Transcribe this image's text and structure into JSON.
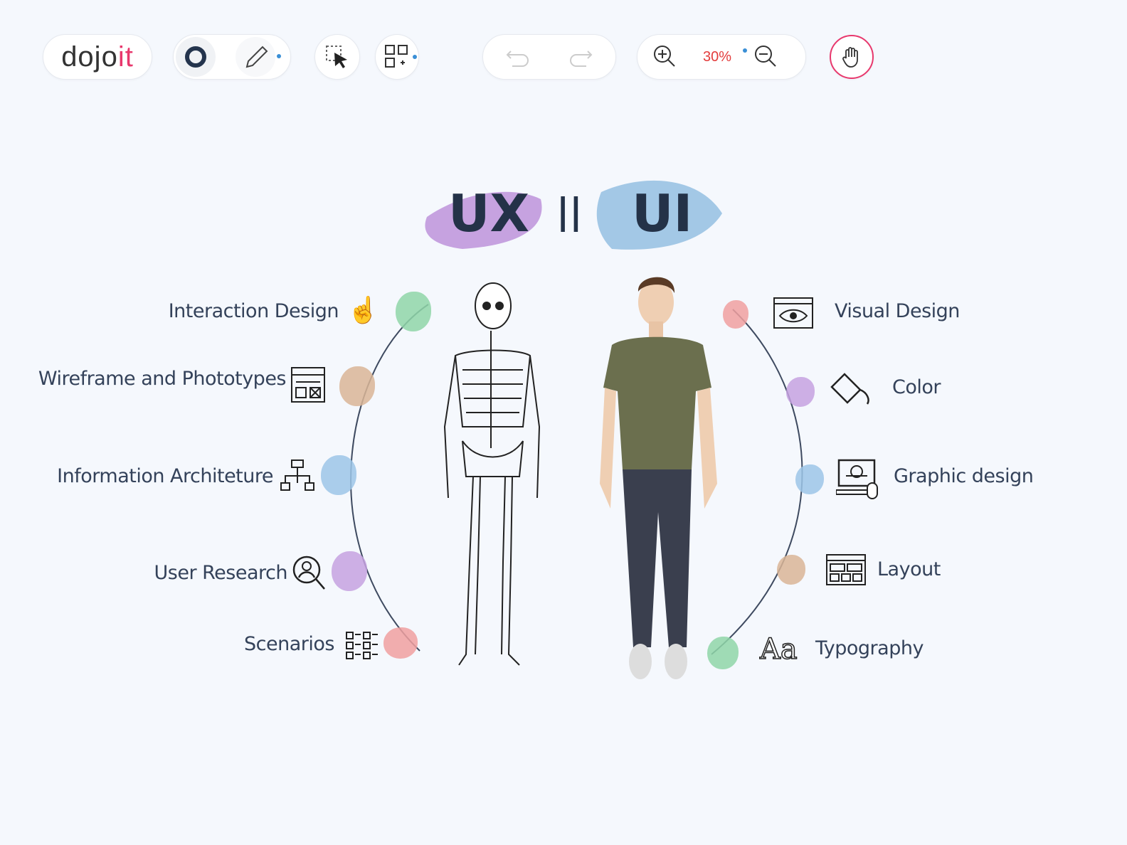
{
  "toolbar": {
    "logo": {
      "part1": "dojo",
      "part2": "it"
    },
    "zoom_level": "30%",
    "tools": [
      "circle-tool",
      "pen-tool",
      "select-tool",
      "apps-tool",
      "undo",
      "redo",
      "zoom-in",
      "zoom-out",
      "hand-tool"
    ],
    "accent": "#e8386d"
  },
  "canvas": {
    "title_left": "UX",
    "separator": "||",
    "title_right": "UI",
    "ux_items": [
      {
        "label": "Interaction Design",
        "icon": "touch-hand-icon",
        "color": "#8fd6a8"
      },
      {
        "label": "Wireframe and Phototypes",
        "icon": "wireframe-icon",
        "color": "#d9b596"
      },
      {
        "label": "Information Architeture",
        "icon": "sitemap-icon",
        "color": "#9cc6e8"
      },
      {
        "label": "User Research",
        "icon": "user-search-icon",
        "color": "#c6a2e0"
      },
      {
        "label": "Scenarios",
        "icon": "scenarios-grid-icon",
        "color": "#f0a0a0"
      }
    ],
    "ui_items": [
      {
        "label": "Visual Design",
        "icon": "eye-window-icon",
        "color": "#f0a0a0"
      },
      {
        "label": "Color",
        "icon": "paint-bucket-icon",
        "color": "#c6a2e0"
      },
      {
        "label": "Graphic design",
        "icon": "computer-design-icon",
        "color": "#9cc6e8"
      },
      {
        "label": "Layout",
        "icon": "layout-icon",
        "color": "#d9b596"
      },
      {
        "label": "Typography",
        "icon": "typography-icon",
        "color": "#8fd6a8"
      }
    ]
  }
}
